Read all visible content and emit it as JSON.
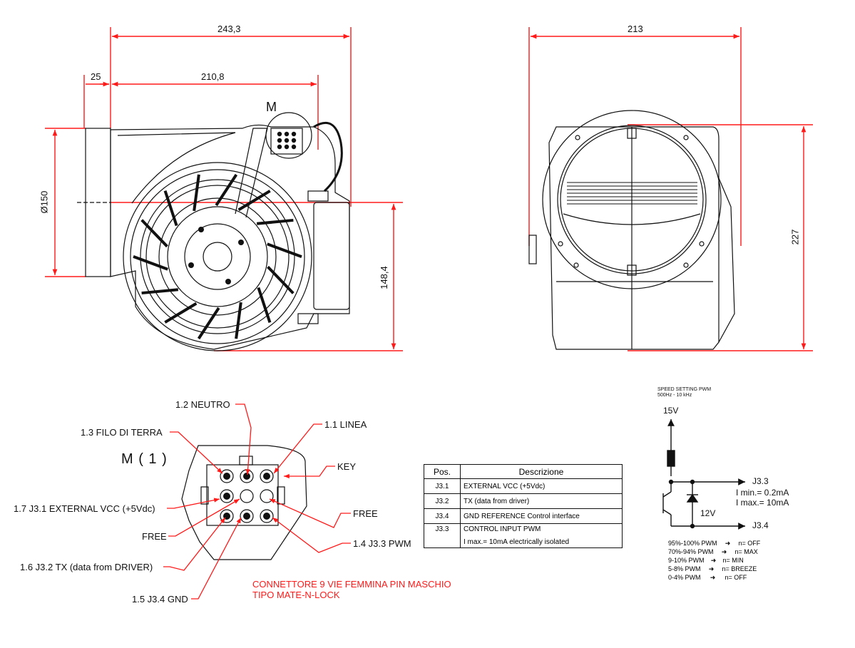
{
  "side_view": {
    "dim_overall_width": "243,3",
    "dim_body_width": "210,8",
    "dim_flange": "25",
    "dim_diameter": "Ø150",
    "dim_height": "148,4",
    "connector_tag": "M"
  },
  "front_view": {
    "dim_width": "213",
    "dim_height": "227"
  },
  "connector": {
    "title": "M ( 1 )",
    "callouts": [
      {
        "id": "neutro",
        "text": "1.2 NEUTRO"
      },
      {
        "id": "filo-di-terra",
        "text": "1.3 FILO DI TERRA"
      },
      {
        "id": "linea",
        "text": "1.1 LINEA"
      },
      {
        "id": "key",
        "text": "KEY"
      },
      {
        "id": "external-vcc",
        "text": "1.7 J3.1 EXTERNAL VCC (+5Vdc)"
      },
      {
        "id": "free-right",
        "text": "FREE"
      },
      {
        "id": "free-left",
        "text": "FREE"
      },
      {
        "id": "pwm",
        "text": "1.4 J3.3 PWM"
      },
      {
        "id": "tx",
        "text": "1.6 J3.2 TX (data from DRIVER)"
      },
      {
        "id": "gnd",
        "text": "1.5 J3.4 GND"
      }
    ],
    "note_line1": "CONNETTORE 9 VIE FEMMINA PIN MASCHIO",
    "note_line2": "TIPO MATE-N-LOCK"
  },
  "pin_table": {
    "headers": [
      "Pos.",
      "Descrizione"
    ],
    "rows": [
      {
        "pos": "J3.1",
        "desc": "EXTERNAL VCC (+5Vdc)",
        "desc2": ""
      },
      {
        "pos": "J3.2",
        "desc": "TX (data from driver)",
        "desc2": ""
      },
      {
        "pos": "J3.4",
        "desc": "GND REFERENCE Control interface",
        "desc2": ""
      },
      {
        "pos": "J3.3",
        "desc": "CONTROL INPUT  PWM",
        "desc2": "I max.= 10mA electrically isolated"
      }
    ]
  },
  "schematic": {
    "title": "SPEED SETTING PWM",
    "freq": "500Hz - 10 kHz",
    "supply": "15V",
    "out_j33": "J3.3",
    "i_min": "I min.= 0.2mA",
    "i_max": "I max.= 10mA",
    "zener": "12V",
    "out_j34": "J3.4",
    "pwm_table": [
      {
        "range": "95%-100% PWM",
        "result": "n= OFF"
      },
      {
        "range": "70%-94% PWM",
        "result": "n= MAX"
      },
      {
        "range": "9-10% PWM",
        "result": "n= MIN"
      },
      {
        "range": "5-8% PWM",
        "result": "n= BREEZE"
      },
      {
        "range": "0-4% PWM",
        "result": "n= OFF"
      }
    ]
  }
}
